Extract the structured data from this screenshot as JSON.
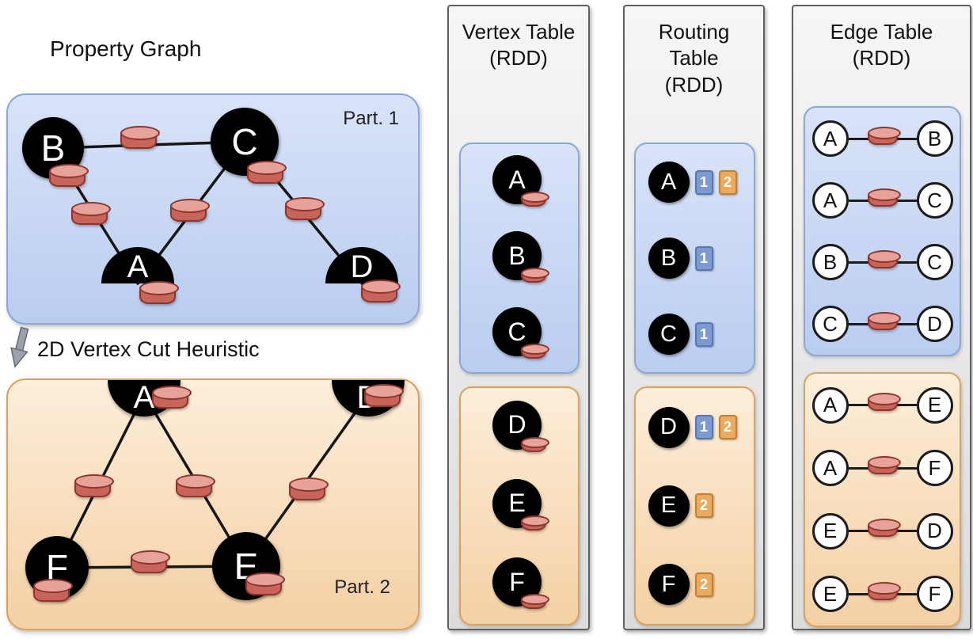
{
  "colors": {
    "partition1_fill_top": "#d9e3f8",
    "partition1_fill_bottom": "#b9cdf0",
    "partition1_border": "#8ba7d4",
    "partition2_fill_top": "#fdeeda",
    "partition2_fill_bottom": "#f4d0a4",
    "partition2_border": "#d8a261",
    "column_fill_top": "#f6f6f6",
    "column_fill_bottom": "#dcdcdc",
    "column_border": "#5f5f5f",
    "node_fill": "#000000",
    "node_text": "#ffffff",
    "cylinder_body": "#c9645a",
    "cylinder_top": "#e7a29a",
    "cylinder_border": "#8c352c",
    "badge_blue": "#7d9bd1",
    "badge_blue_border": "#5878ad",
    "badge_orange": "#ebaa5e",
    "badge_orange_border": "#bf8136",
    "edge_circle_fill": "#ffffff"
  },
  "property_graph": {
    "title": "Property Graph",
    "cut_label": "2D Vertex Cut Heuristic",
    "part1": {
      "label": "Part. 1",
      "nodes": [
        "B",
        "C",
        "A",
        "D"
      ],
      "edges": [
        "B–C",
        "B–A",
        "C–A",
        "C–D"
      ]
    },
    "part2": {
      "label": "Part. 2",
      "nodes": [
        "A",
        "D",
        "F",
        "E"
      ],
      "edges": [
        "A–F",
        "A–E",
        "D–E",
        "F–E"
      ]
    }
  },
  "vertex_table": {
    "title_lines": [
      "Vertex Table",
      "(RDD)"
    ],
    "part1": [
      "A",
      "B",
      "C"
    ],
    "part2": [
      "D",
      "E",
      "F"
    ]
  },
  "routing_table": {
    "title_lines": [
      "Routing",
      "Table",
      "(RDD)"
    ],
    "part1": [
      {
        "vertex": "A",
        "partitions": [
          "1",
          "2"
        ]
      },
      {
        "vertex": "B",
        "partitions": [
          "1"
        ]
      },
      {
        "vertex": "C",
        "partitions": [
          "1"
        ]
      }
    ],
    "part2": [
      {
        "vertex": "D",
        "partitions": [
          "1",
          "2"
        ]
      },
      {
        "vertex": "E",
        "partitions": [
          "2"
        ]
      },
      {
        "vertex": "F",
        "partitions": [
          "2"
        ]
      }
    ]
  },
  "edge_table": {
    "title_lines": [
      "Edge Table",
      "(RDD)"
    ],
    "part1": [
      [
        "A",
        "B"
      ],
      [
        "A",
        "C"
      ],
      [
        "B",
        "C"
      ],
      [
        "C",
        "D"
      ]
    ],
    "part2": [
      [
        "A",
        "E"
      ],
      [
        "A",
        "F"
      ],
      [
        "E",
        "D"
      ],
      [
        "E",
        "F"
      ]
    ]
  }
}
